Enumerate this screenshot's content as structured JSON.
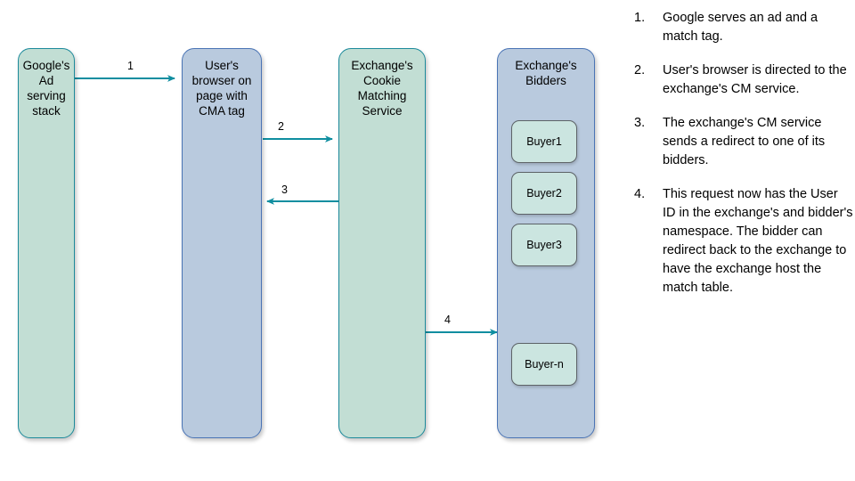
{
  "diagram": {
    "nodes": [
      {
        "id": "google-ad-serving-stack",
        "label": "Google's\nAd serving\nstack",
        "style": "green"
      },
      {
        "id": "user-browser",
        "label": "User's\nbrowser on\npage with\nCMA tag",
        "style": "blue"
      },
      {
        "id": "exchange-cookie-matching-service",
        "label": "Exchange's\nCookie\nMatching\nService",
        "style": "green"
      },
      {
        "id": "exchange-bidders",
        "label": "Exchange's\nBidders",
        "style": "blue"
      }
    ],
    "bidders": [
      {
        "id": "buyer1",
        "label": "Buyer1"
      },
      {
        "id": "buyer2",
        "label": "Buyer2"
      },
      {
        "id": "buyer3",
        "label": "Buyer3"
      },
      {
        "id": "buyer-n",
        "label": "Buyer-n"
      }
    ],
    "arrows": [
      {
        "id": "arrow-1",
        "label": "1",
        "from": "google-ad-serving-stack",
        "to": "user-browser",
        "direction": "right"
      },
      {
        "id": "arrow-2",
        "label": "2",
        "from": "user-browser",
        "to": "exchange-cookie-matching-service",
        "direction": "right"
      },
      {
        "id": "arrow-3",
        "label": "3",
        "from": "exchange-cookie-matching-service",
        "to": "user-browser",
        "direction": "left"
      },
      {
        "id": "arrow-4",
        "label": "4",
        "from": "exchange-cookie-matching-service",
        "to": "exchange-bidders",
        "direction": "right"
      }
    ]
  },
  "steps": [
    {
      "num": "1.",
      "text": "Google serves an ad and a match tag."
    },
    {
      "num": "2.",
      "text": "User's browser is directed to the exchange's CM service."
    },
    {
      "num": "3.",
      "text": "The exchange's CM service sends a redirect to one of its bidders."
    },
    {
      "num": "4.",
      "text": "This request now has the User ID in the exchange's and bidder's namespace. The bidder can redirect back to the exchange to have the exchange host the match table."
    }
  ],
  "colors": {
    "green_fill": "#c2ded4",
    "green_border": "#1c8a9b",
    "blue_fill": "#b9cade",
    "blue_border": "#4a74b5",
    "bidder_fill": "#cbe5e0",
    "bidder_border": "#5d6367",
    "arrow": "#0f8ea0"
  }
}
